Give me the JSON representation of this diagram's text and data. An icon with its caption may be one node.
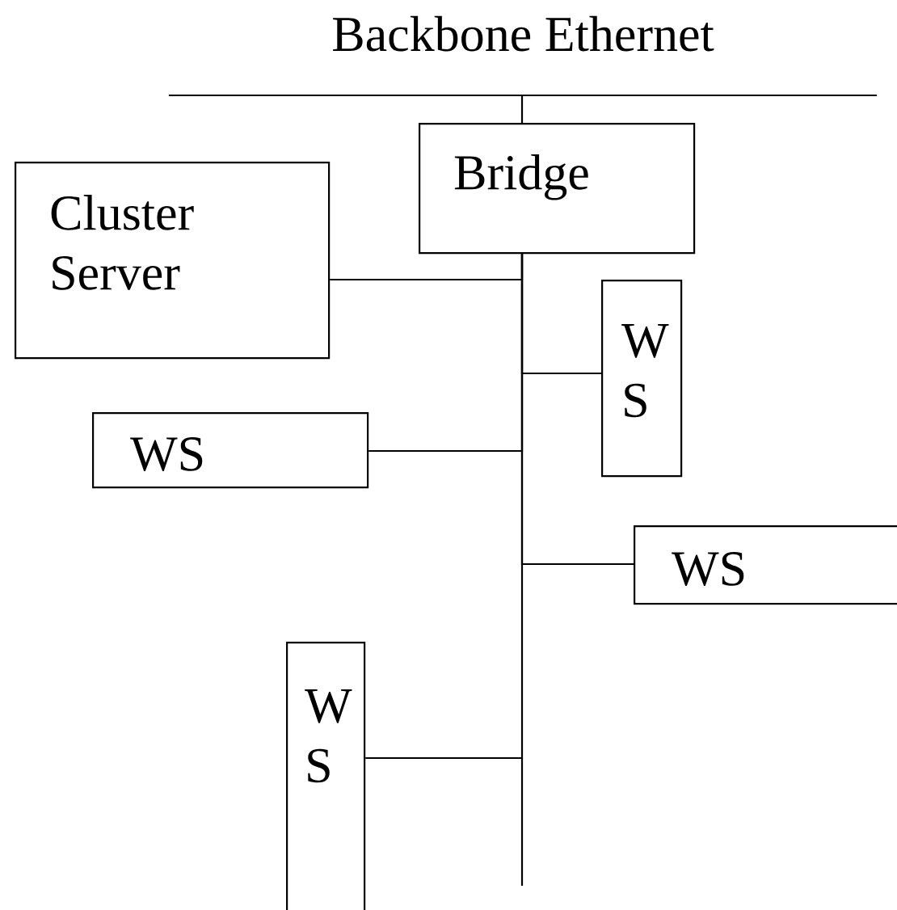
{
  "diagram": {
    "nodes": [
      {
        "text": [
          "Backbone Ethernet"
        ]
      },
      {
        "text": [
          "Bridge"
        ]
      },
      {
        "text": [
          "Cluster Server"
        ]
      },
      {
        "text": [
          "W S"
        ]
      },
      {
        "text": [
          "WS"
        ]
      },
      {
        "text": [
          "WS"
        ]
      },
      {
        "text": [
          "W S"
        ]
      }
    ],
    "edges": [
      {
        "from": 1,
        "to": 0,
        "arrow": "none"
      },
      {
        "from": 1,
        "to": 2,
        "arrow": "none"
      },
      {
        "from": 1,
        "to": 3,
        "arrow": "none"
      },
      {
        "from": 1,
        "to": 4,
        "arrow": "none"
      },
      {
        "from": 1,
        "to": 5,
        "arrow": "none"
      },
      {
        "from": 1,
        "to": 6,
        "arrow": "none"
      }
    ]
  }
}
